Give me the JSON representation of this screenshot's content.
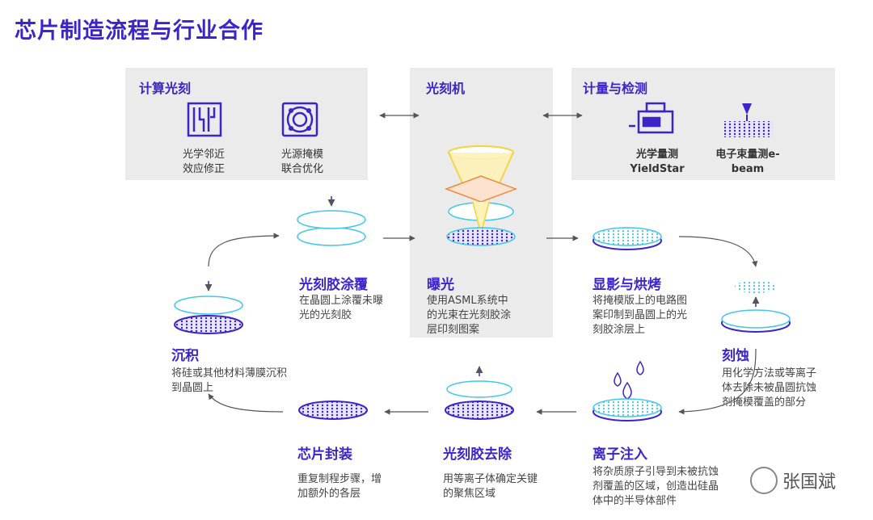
{
  "title": "芯片制造流程与行业合作",
  "panels": {
    "computational": {
      "title": "计算光刻",
      "items": [
        {
          "label": "光学邻近\n效应修正",
          "icon": "opc-pattern-icon"
        },
        {
          "label": "光源掩模\n联合优化",
          "icon": "source-mask-icon"
        }
      ]
    },
    "lithography": {
      "title": "光刻机",
      "step_title": "曝光",
      "desc": "使用ASML系统中\n的光束在光刻胶涂\n层印刻图案"
    },
    "metrology": {
      "title": "计量与检测",
      "items": [
        {
          "label": "光学量测\nYieldStar",
          "icon": "yieldstar-icon"
        },
        {
          "label": "电子束量测e-\nbeam",
          "icon": "ebeam-icon"
        }
      ]
    }
  },
  "steps": [
    {
      "key": "coating",
      "title": "光刻胶涂覆",
      "desc": "在晶圆上涂覆未曝\n光的光刻胶"
    },
    {
      "key": "develop",
      "title": "显影与烘烤",
      "desc": "将掩模版上的电路图\n案印制到晶圆上的光\n刻胶涂层上"
    },
    {
      "key": "etch",
      "title": "刻蚀",
      "desc": "用化学方法或等离子\n体去除未被晶圆抗蚀\n剂掩模覆盖的部分"
    },
    {
      "key": "deposition",
      "title": "沉积",
      "desc": "将硅或其他材料薄膜沉积\n到晶圆上"
    },
    {
      "key": "ion",
      "title": "离子注入",
      "desc": "将杂质原子引导到未被抗蚀\n剂覆盖的区域，创造出硅晶\n体中的半导体部件"
    },
    {
      "key": "strip",
      "title": "光刻胶去除",
      "desc": "用等离子体确定关键\n的聚焦区域"
    },
    {
      "key": "package",
      "title": "芯片封装",
      "desc": "重复制程步骤，增\n加额外的各层"
    }
  ],
  "watermark": "张国斌",
  "colors": {
    "brand": "#3d24c9",
    "wafer": "#3d24c9",
    "cyan": "#3fc8e8",
    "yellow": "#f7d23a",
    "orange": "#f08a3a",
    "panel": "#ebebeb",
    "arrow": "#555555"
  }
}
